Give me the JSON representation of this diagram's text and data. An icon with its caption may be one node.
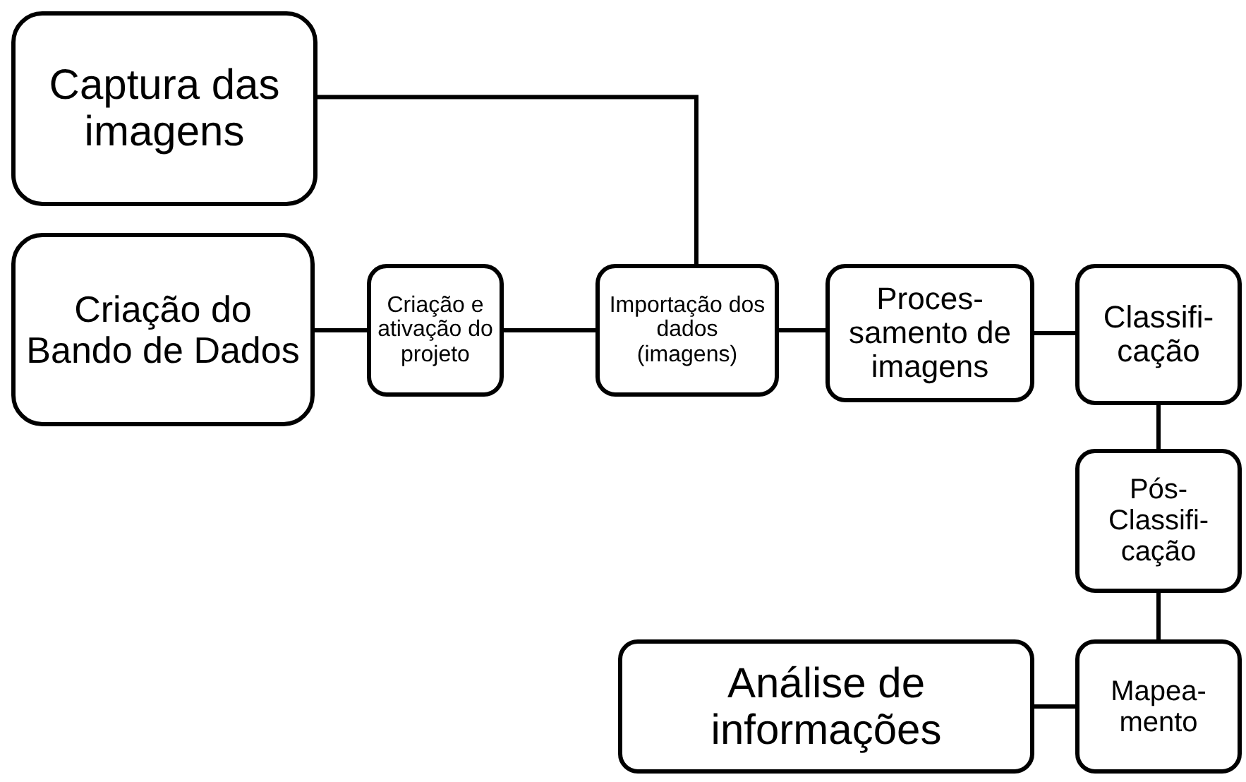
{
  "diagram": {
    "nodes": [
      {
        "text": [
          "Captura das imagens"
        ]
      },
      {
        "text": [
          "Criação do Bando de Dados"
        ]
      },
      {
        "text": [
          "Criação e ativação do projeto"
        ]
      },
      {
        "text": [
          "Importação dos dados (imagens)"
        ]
      },
      {
        "text": [
          "Proces- samento de imagens"
        ]
      },
      {
        "text": [
          "Classifi- cação"
        ]
      },
      {
        "text": [
          "Pós- Classifi- cação"
        ]
      },
      {
        "text": [
          "Análise de informações"
        ]
      },
      {
        "text": [
          "Mapea- mento"
        ]
      }
    ],
    "edges": [
      {
        "from": 0,
        "to": 3,
        "arrow": "none"
      },
      {
        "from": 1,
        "to": 2,
        "arrow": "none"
      },
      {
        "from": 2,
        "to": 3,
        "arrow": "none"
      },
      {
        "from": 3,
        "to": 4,
        "arrow": "none"
      },
      {
        "from": 4,
        "to": 5,
        "arrow": "none"
      },
      {
        "from": 5,
        "to": 6,
        "arrow": "none"
      },
      {
        "from": 6,
        "to": 8,
        "arrow": "none"
      },
      {
        "from": 8,
        "to": 7,
        "arrow": "none"
      }
    ]
  }
}
